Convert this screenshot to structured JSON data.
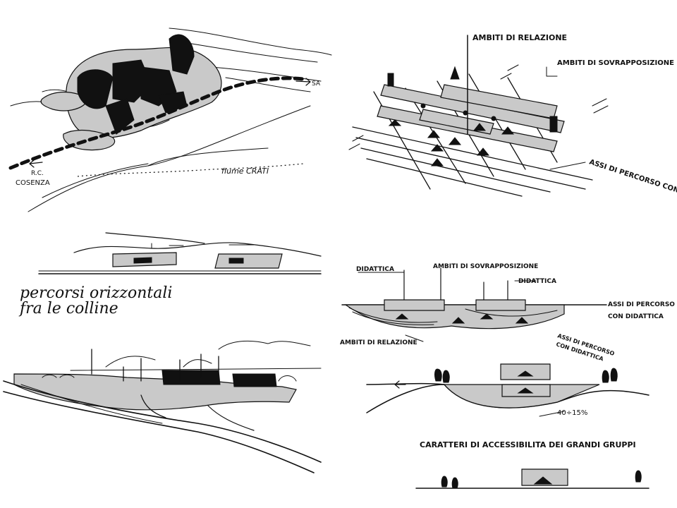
{
  "sketches": {
    "site_plan": {
      "label_rc": "R.C.",
      "label_cosenza": "COSENZA",
      "label_sa": "SA",
      "label_fiume": "fiume CRATI"
    },
    "isometric": {
      "ambiti_relazione": "AMBITI DI RELAZIONE",
      "ambiti_sovrapposizione": "AMBITI DI SOVRAPPOSIZIONE",
      "assi_percorso": "ASSI DI PERCORSO CON DIDATTICA"
    },
    "hills_section": {
      "caption_line1": "percorsi orizzontali",
      "caption_line2": "fra le colline"
    },
    "section_diagram": {
      "didattica_left": "DIDATTICA",
      "ambiti_sovrapposizione": "AMBITI DI SOVRAPPOSIZIONE",
      "didattica_right": "DIDATTICA",
      "assi_percorso_1": "ASSI DI PERCORSO",
      "assi_percorso_2": "CON DIDATTICA",
      "ambiti_relazione": "AMBITI DI RELAZIONE",
      "assi_percorso_3": "ASSI DI PERCORSO",
      "assi_percorso_4": "CON DIDATTICA",
      "slope": "40÷15%",
      "title": "CARATTERI DI ACCESSIBILITA DEI GRANDI GRUPPI"
    }
  }
}
